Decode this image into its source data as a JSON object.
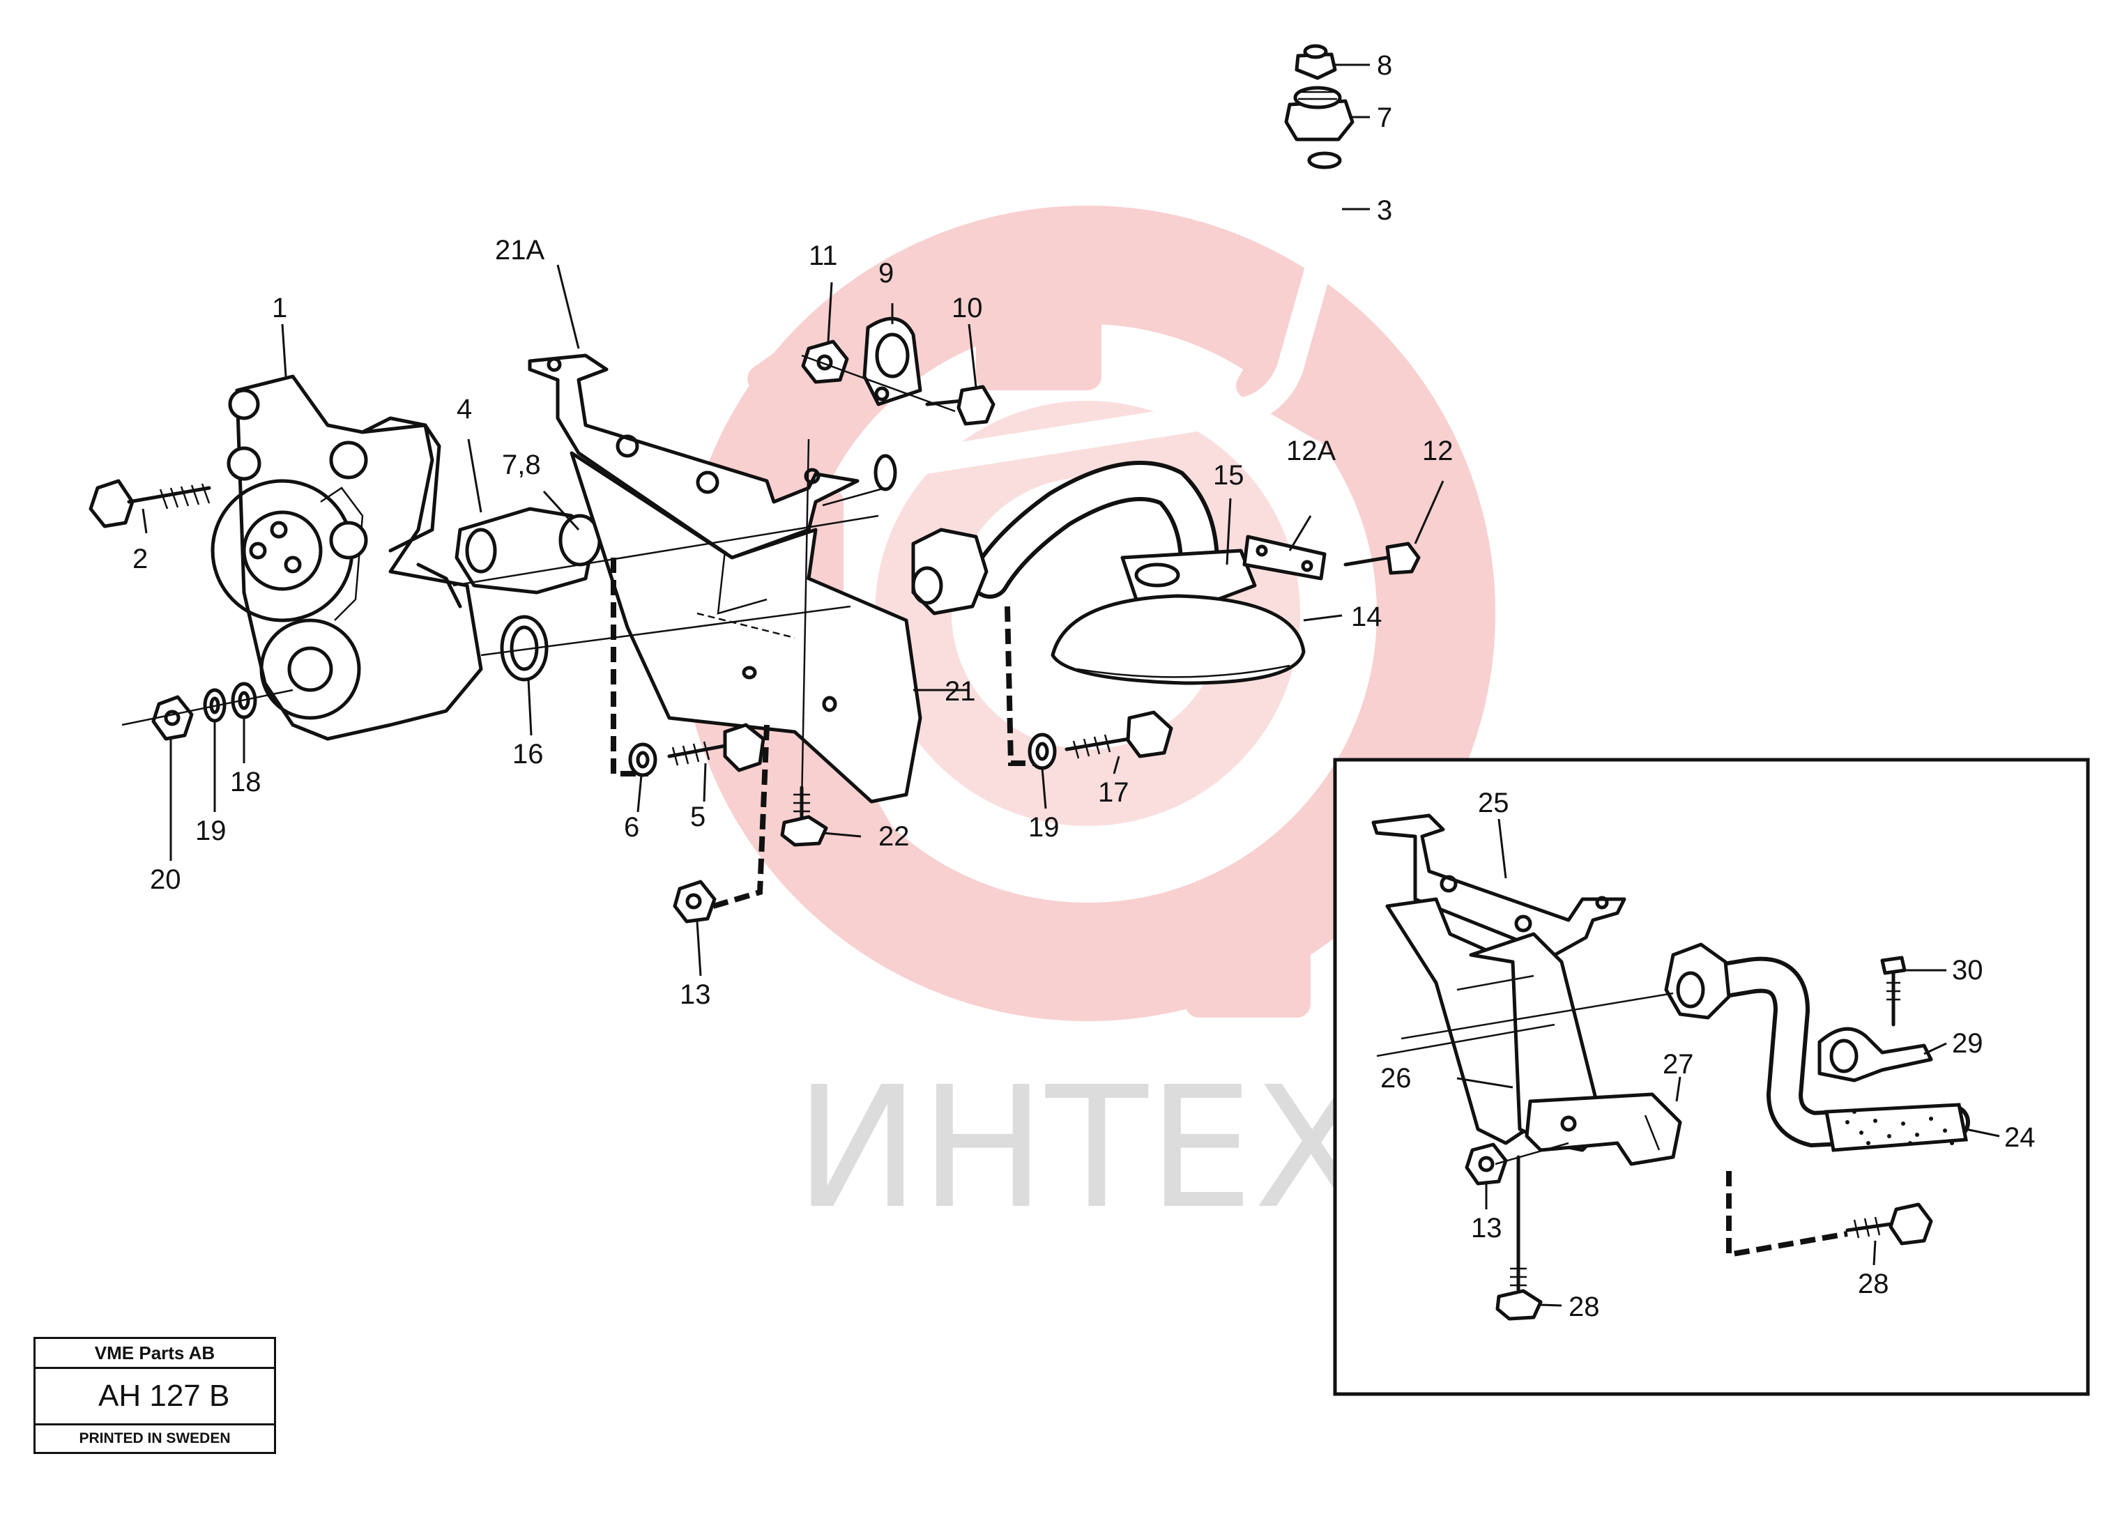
{
  "watermark": {
    "text": "ИНТЕХ",
    "color": "#f6c0c0"
  },
  "callouts": {
    "p1": "1",
    "p2": "2",
    "p3": "3",
    "p4": "4",
    "p5": "5",
    "p6": "6",
    "p7": "7",
    "p78": "7,8",
    "p8": "8",
    "p9": "9",
    "p10": "10",
    "p11": "11",
    "p12": "12",
    "p12a": "12A",
    "p13": "13",
    "p13b": "13",
    "p14": "14",
    "p15": "15",
    "p16": "16",
    "p17": "17",
    "p18": "18",
    "p19": "19",
    "p19b": "19",
    "p20": "20",
    "p21": "21",
    "p21a": "21A",
    "p22": "22",
    "p24": "24",
    "p25": "25",
    "p26": "26",
    "p27": "27",
    "p28": "28",
    "p28b": "28",
    "p29": "29",
    "p30": "30"
  },
  "title_block": {
    "company": "VME Parts AB",
    "code": "AH  127  B",
    "printed": "PRINTED IN SWEDEN"
  }
}
